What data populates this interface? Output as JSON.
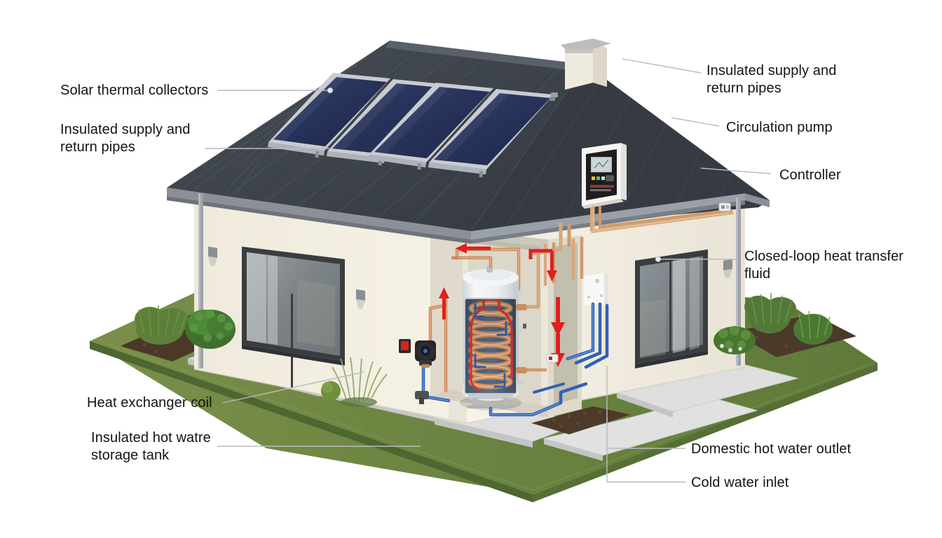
{
  "diagram": {
    "title": "Solar thermal domestic hot water system — cutaway house illustration",
    "background_color": "#ffffff",
    "label_color": "#141414",
    "leader_color": "#b9bcbf"
  },
  "labels": [
    {
      "id": "solar-thermal-collectors",
      "text": "Solar thermal collectors",
      "side": "left"
    },
    {
      "id": "insulated-supply-return-pipes-left",
      "text": "Insulated supply and\nreturn pipes",
      "side": "left"
    },
    {
      "id": "heat-exchanger-coil",
      "text": "Heat exchanger coil",
      "side": "left"
    },
    {
      "id": "insulated-hot-water-storage-tank",
      "text": "Insulated hot watre\nstorage tank",
      "side": "left"
    },
    {
      "id": "insulated-supply-return-pipes-right",
      "text": "Insulated supply and\nreturn pipes",
      "side": "right"
    },
    {
      "id": "circulation-pump",
      "text": "Circulation pump",
      "side": "right"
    },
    {
      "id": "controller",
      "text": "Controller",
      "side": "right"
    },
    {
      "id": "closed-loop-heat-transfer-fluid",
      "text": "Closed-loop heat transfer\nfluid",
      "side": "right"
    },
    {
      "id": "domestic-hot-water-outlet",
      "text": "Domestic hot water outlet",
      "side": "right"
    },
    {
      "id": "cold-water-inlet",
      "text": "Cold water inlet",
      "side": "right"
    }
  ],
  "components": {
    "roof": {
      "name": "pitched tile roof",
      "color": "#3f444c"
    },
    "collectors": {
      "name": "flat-plate solar thermal collectors",
      "count": 4,
      "glass_color": "#2a3558",
      "frame_color": "#c3c8cf"
    },
    "chimney": {
      "name": "chimney",
      "body_color": "#efeade",
      "cap_color": "#b9bab6"
    },
    "walls": {
      "name": "stucco exterior walls",
      "color": "#f2eedf"
    },
    "windows": {
      "name": "sliding glass doors",
      "frame_color": "#3a3d40",
      "glass_color": "#8a8f93"
    },
    "tank": {
      "name": "insulated hot water storage tank",
      "color": "#f2f3f5"
    },
    "coil": {
      "name": "copper helical heat exchanger coil",
      "color": "#c87f52"
    },
    "pump": {
      "name": "circulation pump",
      "color": "#2a2a2c"
    },
    "controller_unit": {
      "name": "solar controller",
      "body_color": "#f4f4f2",
      "screen_color": "#1d1d1f"
    },
    "junction_box": {
      "name": "electrical junction box",
      "color": "#f6f6f4"
    },
    "hot_pipe": {
      "name": "hot supply pipe",
      "color": "#d4643f"
    },
    "copper_pipe": {
      "name": "copper pipe",
      "color": "#d09163"
    },
    "cold_pipe": {
      "name": "cold water pipe",
      "color": "#2f62b5"
    },
    "flow_arrows": {
      "name": "flow direction arrows",
      "color": "#e01f1f",
      "count": 5
    },
    "lawn": {
      "name": "grass plinth",
      "color": "#6d8642"
    },
    "paving": {
      "name": "stone paving slabs",
      "color": "#dcdcdc"
    },
    "mulch": {
      "name": "bark mulch bed",
      "color": "#58402f"
    },
    "shrubs": {
      "name": "garden shrubs and grasses",
      "color": "#4f7a33"
    }
  }
}
